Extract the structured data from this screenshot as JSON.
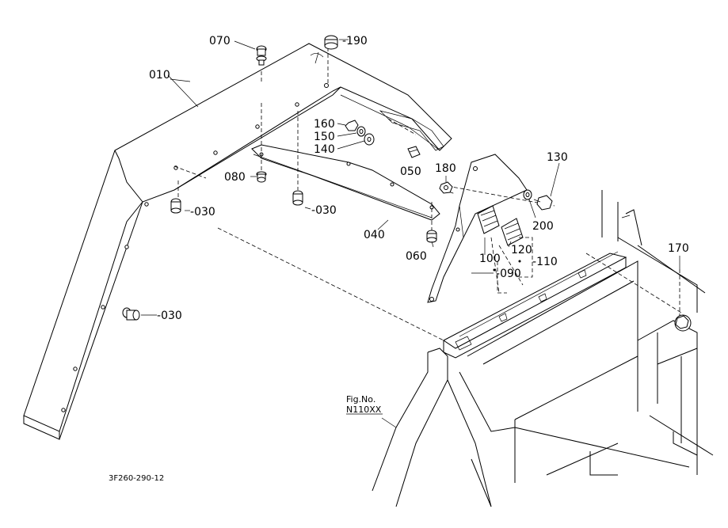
{
  "parts": {
    "p010": "010",
    "p030a": "030",
    "p030b": "030",
    "p030c": "030",
    "p040": "040",
    "p050": "050",
    "p060": "060",
    "p070": "070",
    "p080": "080",
    "p090": "090",
    "p100": "100",
    "p110": "110",
    "p120": "120",
    "p130": "130",
    "p140": "140",
    "p150": "150",
    "p160": "160",
    "p170": "170",
    "p180": "180",
    "p190": "190",
    "p200": "200"
  },
  "figure": {
    "label": "Fig.No.",
    "number": "N110XX"
  },
  "drawing_code": "3F260-290-12"
}
